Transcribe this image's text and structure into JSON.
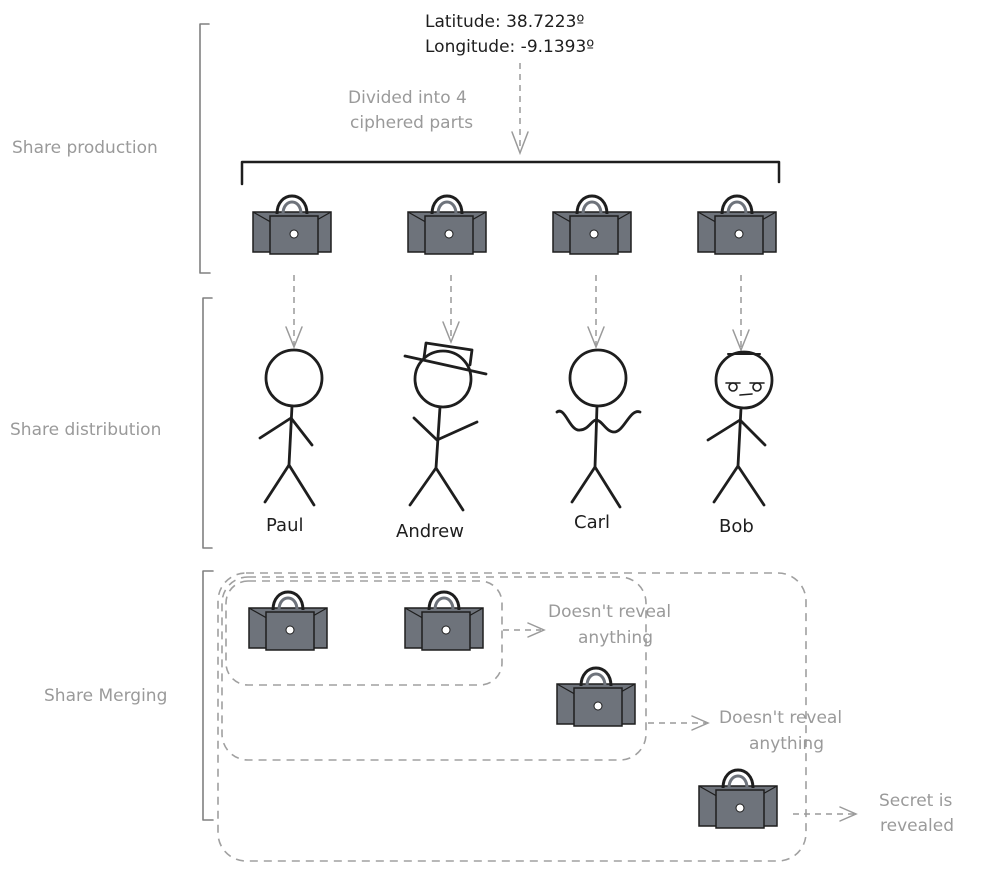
{
  "stages": {
    "production": "Share production",
    "distribution": "Share distribution",
    "merging": "Share Merging"
  },
  "secret": {
    "latitude": "Latitude: 38.7223º",
    "longitude": "Longitude: -9.1393º"
  },
  "divided_note": {
    "line1": "Divided into 4",
    "line2": "ciphered parts"
  },
  "people": [
    {
      "name": "Paul"
    },
    {
      "name": "Andrew"
    },
    {
      "name": "Carl"
    },
    {
      "name": "Bob"
    }
  ],
  "merge_results": {
    "two_shares": {
      "line1": "Doesn't reveal",
      "line2": "anything"
    },
    "three_shares": {
      "line1": "Doesn't reveal",
      "line2": "anything"
    },
    "four_shares": {
      "line1": "Secret is",
      "line2": "revealed"
    }
  },
  "colors": {
    "lock_body": "#6e737b",
    "lock_outline": "#1e1e1e",
    "annotation_gray": "#9a9a9a"
  }
}
